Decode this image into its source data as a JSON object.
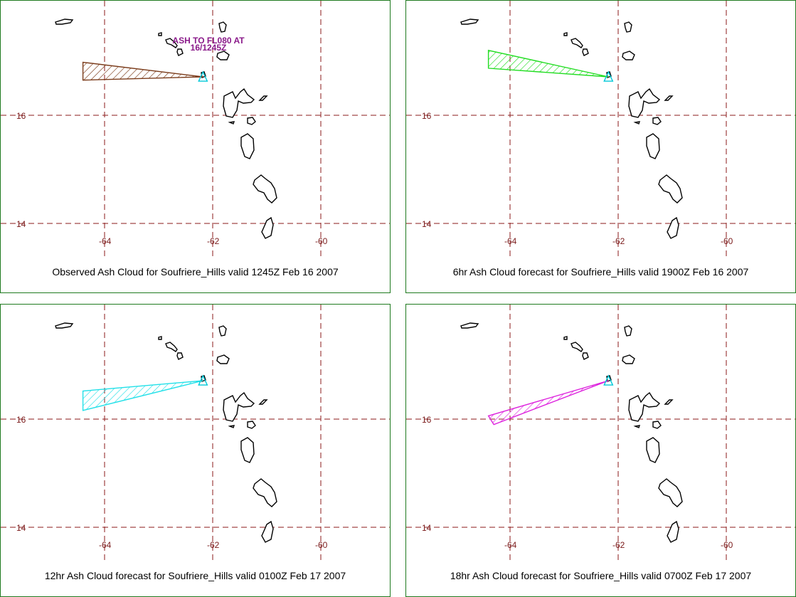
{
  "panels": [
    {
      "caption": "Observed Ash Cloud for Soufriere_Hills valid 1245Z Feb 16 2007",
      "annotation": [
        "ASH TO FL080 AT",
        "16/1245Z"
      ],
      "cloud_color": "#7a3b1a",
      "cloud": [
        [
          -64.4,
          16.98
        ],
        [
          -64.4,
          16.65
        ],
        [
          -62.18,
          16.71
        ]
      ]
    },
    {
      "caption": "6hr Ash Cloud forecast for Soufriere_Hills valid 1900Z Feb 16 2007",
      "cloud_color": "#22dd22",
      "cloud": [
        [
          -64.4,
          17.2
        ],
        [
          -64.4,
          16.87
        ],
        [
          -62.18,
          16.71
        ]
      ]
    },
    {
      "caption": "12hr Ash Cloud forecast for Soufriere_Hills valid 0100Z Feb 17 2007",
      "cloud_color": "#22e0e8",
      "cloud": [
        [
          -64.4,
          16.52
        ],
        [
          -64.4,
          16.16
        ],
        [
          -62.18,
          16.71
        ]
      ]
    },
    {
      "caption": "18hr Ash Cloud forecast for Soufriere_Hills valid 0700Z Feb 17 2007",
      "cloud_color": "#dd22dd",
      "cloud": [
        [
          -64.4,
          16.06
        ],
        [
          -64.3,
          15.9
        ],
        [
          -62.18,
          16.71
        ]
      ]
    }
  ],
  "axes": {
    "lon_ticks": [
      "-64",
      "-62",
      "-60"
    ],
    "lat_ticks": [
      "16",
      "14"
    ]
  },
  "volcano": {
    "lon": -62.18,
    "lat": 16.71
  }
}
